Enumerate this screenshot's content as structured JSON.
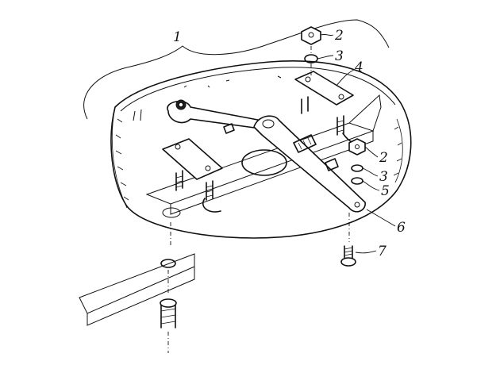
{
  "figure": {
    "labels": [
      {
        "id": "label-1",
        "text": "1"
      },
      {
        "id": "label-2-top",
        "text": "2"
      },
      {
        "id": "label-3-top",
        "text": "3"
      },
      {
        "id": "label-4",
        "text": "4"
      },
      {
        "id": "label-2-right",
        "text": "2"
      },
      {
        "id": "label-3-right",
        "text": "3"
      },
      {
        "id": "label-5",
        "text": "5"
      },
      {
        "id": "label-6",
        "text": "6"
      },
      {
        "id": "label-7",
        "text": "7"
      }
    ]
  }
}
